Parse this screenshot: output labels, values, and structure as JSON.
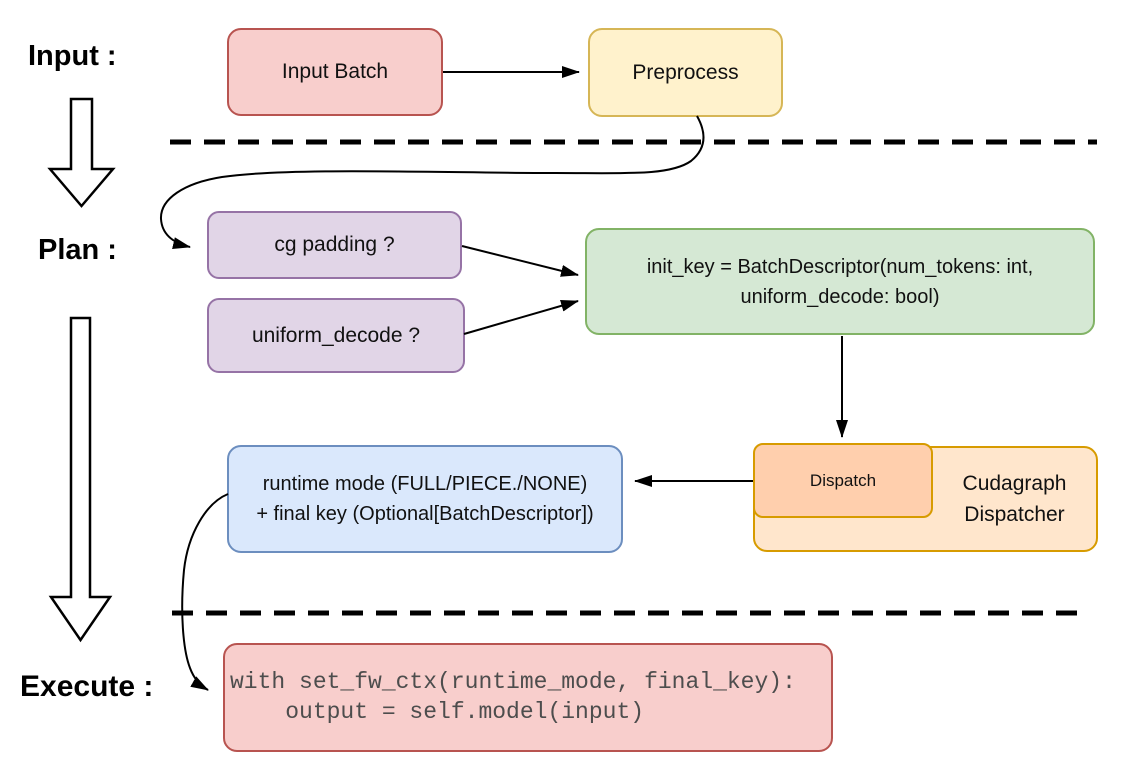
{
  "diagram": {
    "stage_labels": {
      "input": "Input :",
      "plan": "Plan :",
      "execute": "Execute :"
    },
    "nodes": {
      "input_batch": {
        "label": "Input Batch"
      },
      "preprocess": {
        "label": "Preprocess"
      },
      "cg_padding": {
        "label": "cg padding ?"
      },
      "uniform_decode": {
        "label": "uniform_decode ?"
      },
      "init_key": {
        "line1": "init_key = BatchDescriptor(num_tokens: int,",
        "line2": "uniform_decode: bool)"
      },
      "dispatch": {
        "label": "Dispatch"
      },
      "cudagraph_dispatcher": {
        "line1": "Cudagraph",
        "line2": "Dispatcher"
      },
      "runtime_mode": {
        "line1": "runtime mode (FULL/PIECE./NONE)",
        "line2": "+ final key (Optional[BatchDescriptor])"
      },
      "execute_code": {
        "line1": "with set_fw_ctx(runtime_mode, final_key):",
        "line2": "    output = self.model(input)"
      }
    },
    "colors": {
      "red_fill": "#f8cecc",
      "red_stroke": "#b85450",
      "yellow_fill": "#fff2cc",
      "yellow_stroke": "#d6b656",
      "purple_fill": "#e1d5e7",
      "purple_stroke": "#9673a6",
      "green_fill": "#d5e8d4",
      "green_stroke": "#82b366",
      "blue_fill": "#dae8fc",
      "blue_stroke": "#6c8ebf",
      "orange_fill": "#ffe6cc",
      "orange_inner_fill": "#ffcfad",
      "orange_stroke": "#d79b00",
      "connector": "#000000",
      "code_text": "#4d4d4d"
    }
  }
}
